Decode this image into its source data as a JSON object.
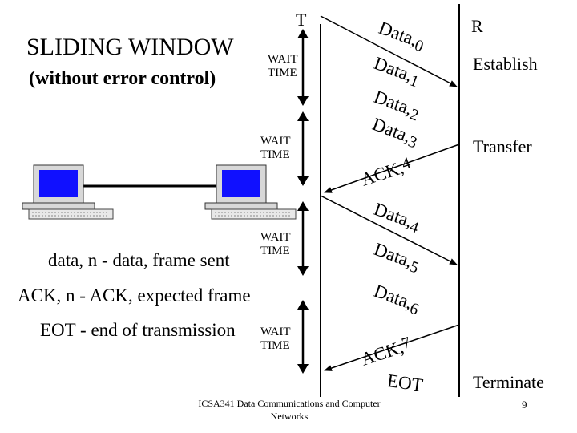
{
  "title": "SLIDING WINDOW",
  "subtitle": "(without error control)",
  "transmitter_label": "T",
  "receiver_label": "R",
  "wait_label": "WAIT TIME",
  "phases": {
    "establish": "Establish",
    "transfer": "Transfer",
    "terminate": "Terminate"
  },
  "frames": {
    "data0": "Data",
    "data0_sub": "0",
    "data1": "Data",
    "data1_sub": "1",
    "data2": "Data",
    "data2_sub": "2",
    "data3": "Data",
    "data3_sub": "3",
    "ack4": "ACK",
    "ack4_sub": "4",
    "data4": "Data",
    "data4_sub": "4",
    "data5": "Data",
    "data5_sub": "5",
    "data6": "Data",
    "data6_sub": "6",
    "ack7": "ACK",
    "ack7_sub": "7",
    "eot": "EOT"
  },
  "legend": {
    "data": "data, n - data, frame sent",
    "ack": "ACK, n - ACK, expected frame",
    "eot": "EOT - end of transmission"
  },
  "footer": {
    "course": "ICSA341 Data Communications and Computer Networks",
    "page": "9"
  },
  "colors": {
    "monitor_screen": "#1010ff",
    "line": "#000000"
  }
}
